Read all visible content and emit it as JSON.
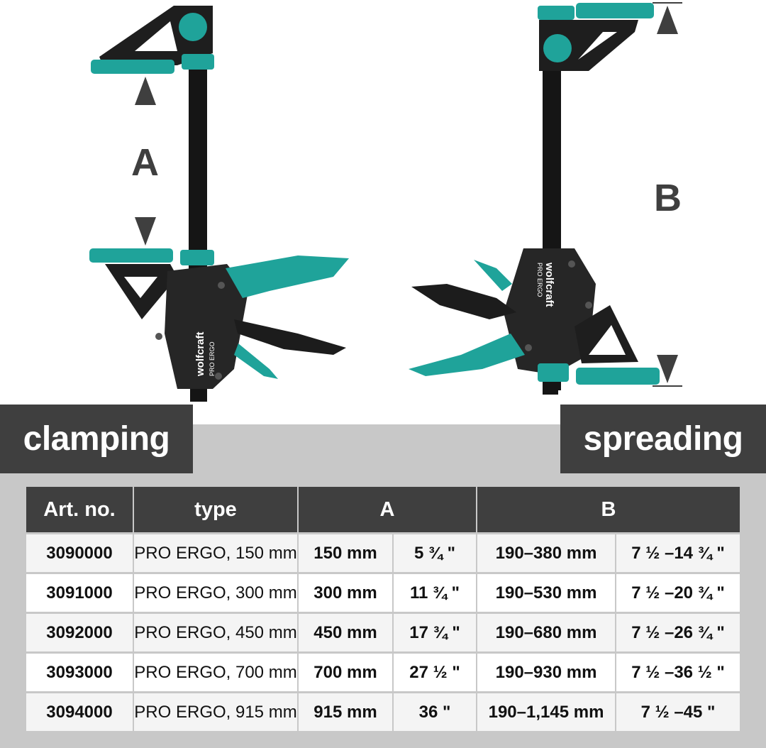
{
  "labels": {
    "clamping": "clamping",
    "spreading": "spreading",
    "dimension_a": "A",
    "dimension_b": "B"
  },
  "logo_text": "wolfcraft",
  "model_text": "PRO ERGO",
  "colors": {
    "dark": "#3f3f3f",
    "teal": "#1fa39a",
    "band": "#c8c8c8"
  },
  "table": {
    "headers": [
      "Art. no.",
      "type",
      "A",
      "B"
    ],
    "rows": [
      {
        "art": "3090000",
        "type": "PRO ERGO, 150 mm",
        "a_mm": "150 mm",
        "a_in": "5 ¾ \"",
        "b_mm": "190–380 mm",
        "b_in": "7 ½ –14 ¾ \""
      },
      {
        "art": "3091000",
        "type": "PRO ERGO, 300 mm",
        "a_mm": "300 mm",
        "a_in": "11 ¾ \"",
        "b_mm": "190–530 mm",
        "b_in": "7 ½ –20 ¾ \""
      },
      {
        "art": "3092000",
        "type": "PRO ERGO, 450 mm",
        "a_mm": "450 mm",
        "a_in": "17 ¾ \"",
        "b_mm": "190–680 mm",
        "b_in": "7 ½ –26 ¾ \""
      },
      {
        "art": "3093000",
        "type": "PRO ERGO, 700 mm",
        "a_mm": "700 mm",
        "a_in": "27 ½ \"",
        "b_mm": "190–930 mm",
        "b_in": "7 ½ –36 ½ \""
      },
      {
        "art": "3094000",
        "type": "PRO ERGO, 915 mm",
        "a_mm": "915 mm",
        "a_in": "36 \"",
        "b_mm": "190–1,145 mm",
        "b_in": "7 ½ –45 \""
      }
    ]
  }
}
